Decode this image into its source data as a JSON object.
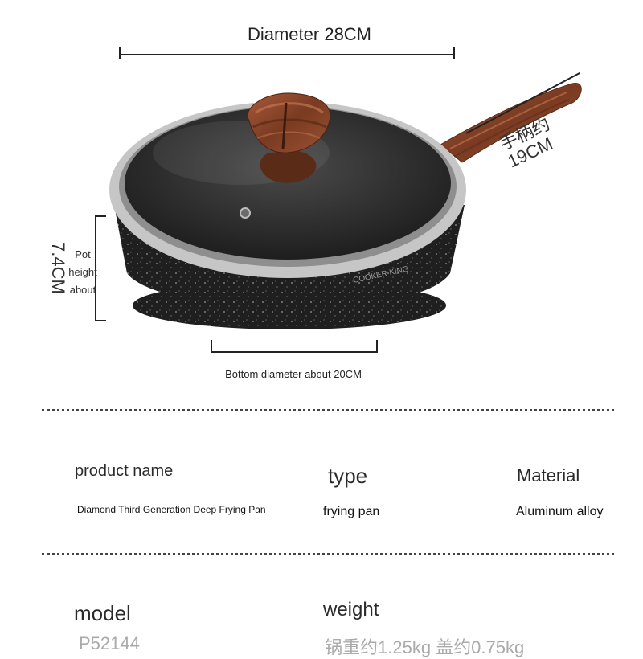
{
  "dimensions": {
    "diameter": "Diameter 28CM",
    "handle": "手柄约\n19CM",
    "height_value": "7.4CM",
    "height_label": "Pot\nheight\nabout",
    "bottom": "Bottom diameter about 20CM"
  },
  "pan": {
    "brand_mark": "COOKER KING"
  },
  "specs": {
    "row1": [
      {
        "label": "product name",
        "value": "Diamond Third Generation Deep Frying Pan"
      },
      {
        "label": "type",
        "value": "frying pan"
      },
      {
        "label": "Material",
        "value": "Aluminum alloy"
      }
    ],
    "row2": [
      {
        "label": "model",
        "value": "P52144"
      },
      {
        "label": "weight",
        "value": "锅重约1.25kg 盖约0.75kg"
      }
    ]
  },
  "colors": {
    "pan_body": "#1c1c1c",
    "rim": "#bfbfbf",
    "wood": "#8a4a2c"
  }
}
